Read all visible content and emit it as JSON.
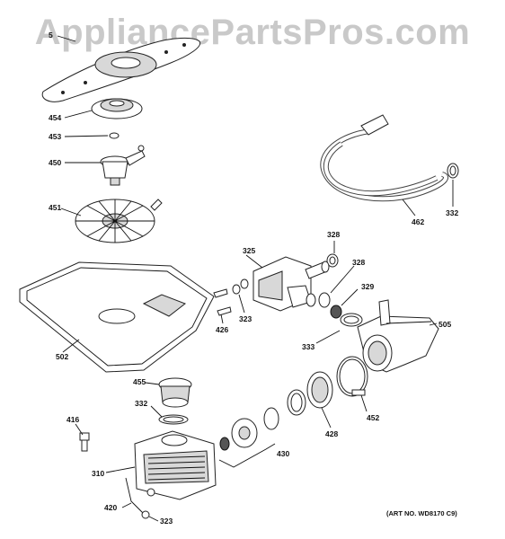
{
  "watermark": "AppliancePartsPros.com",
  "art_number": "(ART NO. WD8170 C9)",
  "callouts": {
    "c5": "5",
    "c454": "454",
    "c453": "453",
    "c450": "450",
    "c451": "451",
    "c502": "502",
    "c455": "455",
    "c332a": "332",
    "c416": "416",
    "c310": "310",
    "c420": "420",
    "c323a": "323",
    "c430": "430",
    "c428": "428",
    "c452": "452",
    "c333": "333",
    "c505": "505",
    "c329": "329",
    "c328a": "328",
    "c328b": "328",
    "c325": "325",
    "c426": "426",
    "c323b": "323",
    "c462": "462",
    "c332b": "332"
  }
}
